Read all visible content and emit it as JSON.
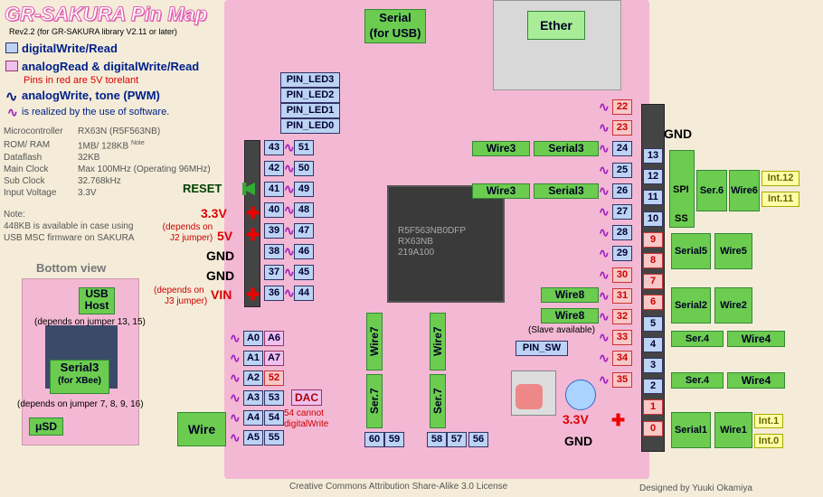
{
  "title": "GR-SAKURA Pin Map",
  "subtitle": "Rev2.2 (for GR-SAKURA library V2.11 or later)",
  "legend": {
    "digital": "digitalWrite/Read",
    "analog": "analogRead & digitalWrite/Read",
    "fivev": "Pins in red are 5V torelant",
    "pwm": "analogWrite, tone  (PWM)",
    "soft": "is realized by the use of software."
  },
  "specs": [
    [
      "Microcontroller",
      "RX63N (R5F563NB)"
    ],
    [
      "ROM/ RAM",
      "1MB/ 128KB"
    ],
    [
      "Dataflash",
      "32KB"
    ],
    [
      "Main Clock",
      "Max 100MHz (Operating 96MHz)"
    ],
    [
      "Sub Clock",
      "32.768kHz"
    ],
    [
      "Input Voltage",
      "3.3V"
    ]
  ],
  "ram_note": "Note",
  "note": [
    "Note:",
    "448KB is available in case using",
    "USB MSC firmware on SAKURA"
  ],
  "bottom": {
    "title": "Bottom view",
    "usb": [
      "USB",
      "Host"
    ],
    "usb_note": "(depends on jumper 13, 15)",
    "serial3": [
      "Serial3",
      "(for XBee)"
    ],
    "serial3_note": "(depends on jumper 7, 8, 9, 16)",
    "sd": "μSD"
  },
  "top": {
    "serial": [
      "Serial",
      "(for USB)"
    ],
    "ether": "Ether"
  },
  "leds": [
    "PIN_LED3",
    "PIN_LED2",
    "PIN_LED1",
    "PIN_LED0"
  ],
  "power": {
    "reset": "RESET",
    "v33": "3.3V",
    "v33_note": [
      "(depends on",
      "J2 jumper)"
    ],
    "v5": "5V",
    "gnd1": "GND",
    "gnd2": "GND",
    "vin": "VIN",
    "vin_note": [
      "(depends on",
      "J3 jumper)"
    ]
  },
  "col1": [
    "43",
    "42",
    "41",
    "40",
    "39",
    "38",
    "37",
    "36"
  ],
  "col2": [
    "51",
    "50",
    "49",
    "48",
    "47",
    "46",
    "45",
    "44"
  ],
  "analog_l": [
    "A0",
    "A1",
    "A2",
    "A3",
    "A4",
    "A5"
  ],
  "analog_r": [
    "A6",
    "A7",
    "52",
    "53",
    "54",
    "55"
  ],
  "dac": "DAC",
  "dac_note": [
    "54 cannot",
    "digitalWrite"
  ],
  "wire_left": "Wire",
  "wire7": "Wire7",
  "ser7a": "Ser.7",
  "ser7b": "Ser.7",
  "bottom_pins": [
    "60",
    "59",
    "58",
    "57",
    "56"
  ],
  "right_col": [
    "22",
    "23",
    "24",
    "25",
    "26",
    "27",
    "28",
    "29",
    "30",
    "31",
    "32",
    "33",
    "34",
    "35"
  ],
  "right_boxes": {
    "wire3a": "Wire3",
    "serial3a": "Serial3",
    "wire3b": "Wire3",
    "serial3b": "Serial3",
    "wire8a": "Wire8",
    "wire8b": "Wire8",
    "slave": "(Slave available)",
    "pinsw": "PIN_SW",
    "v33": "3.3V",
    "gnd": "GND"
  },
  "far_right": [
    "13",
    "12",
    "11",
    "10",
    "9",
    "8",
    "7",
    "6",
    "5",
    "4",
    "3",
    "2",
    "1",
    "0"
  ],
  "far_boxes": {
    "gnd": "GND",
    "spi": "SPI",
    "ss": "SS",
    "ser6": "Ser.6",
    "wire6": "Wire6",
    "int12": "Int.12",
    "int11": "Int.11",
    "serial5": "Serial5",
    "wire5": "Wire5",
    "serial2": "Serial2",
    "wire2": "Wire2",
    "ser4a": "Ser.4",
    "wire4a": "Wire4",
    "ser4b": "Ser.4",
    "wire4b": "Wire4",
    "serial1": "Serial1",
    "wire1": "Wire1",
    "int1": "Int.1",
    "int0": "Int.0"
  },
  "chip": [
    "R5F563NB0DFP",
    "RX63NB",
    "219A100"
  ],
  "footer": {
    "license": "Creative Commons Attribution Share-Alike 3.0 License",
    "author": "Designed by Yuuki Okamiya"
  }
}
